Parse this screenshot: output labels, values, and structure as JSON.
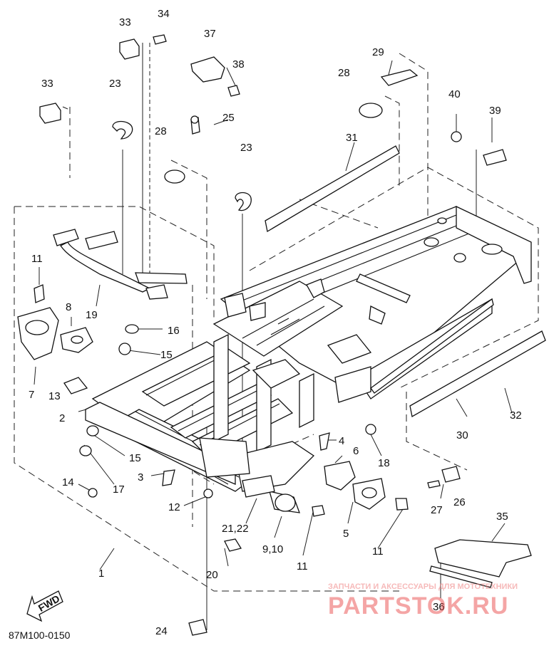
{
  "diagram": {
    "drawing_code": "87M100-0150",
    "fwd_arrow_label": "FWD",
    "watermark": {
      "line1": "ЗАПЧАСТИ И АКСЕССУАРЫ ДЛЯ МОТОТЕХНИКИ",
      "line2": "PARTSTOK.RU"
    },
    "callouts": [
      {
        "id": "c33a",
        "label": "33"
      },
      {
        "id": "c34",
        "label": "34"
      },
      {
        "id": "c37",
        "label": "37"
      },
      {
        "id": "c38",
        "label": "38"
      },
      {
        "id": "c29",
        "label": "29"
      },
      {
        "id": "c33b",
        "label": "33"
      },
      {
        "id": "c23a",
        "label": "23"
      },
      {
        "id": "c28a",
        "label": "28"
      },
      {
        "id": "c25",
        "label": "25"
      },
      {
        "id": "c40",
        "label": "40"
      },
      {
        "id": "c39",
        "label": "39"
      },
      {
        "id": "c28b",
        "label": "28"
      },
      {
        "id": "c31",
        "label": "31"
      },
      {
        "id": "c23b",
        "label": "23"
      },
      {
        "id": "c11a",
        "label": "11"
      },
      {
        "id": "c19",
        "label": "19"
      },
      {
        "id": "c8",
        "label": "8"
      },
      {
        "id": "c16",
        "label": "16"
      },
      {
        "id": "c15a",
        "label": "15"
      },
      {
        "id": "c7",
        "label": "7"
      },
      {
        "id": "c13",
        "label": "13"
      },
      {
        "id": "c2",
        "label": "2"
      },
      {
        "id": "c15b",
        "label": "15"
      },
      {
        "id": "c17",
        "label": "17"
      },
      {
        "id": "c14",
        "label": "14"
      },
      {
        "id": "c3",
        "label": "3"
      },
      {
        "id": "c12",
        "label": "12"
      },
      {
        "id": "c4",
        "label": "4"
      },
      {
        "id": "c6",
        "label": "6"
      },
      {
        "id": "c18",
        "label": "18"
      },
      {
        "id": "c32",
        "label": "32"
      },
      {
        "id": "c30",
        "label": "30"
      },
      {
        "id": "c26",
        "label": "26"
      },
      {
        "id": "c27",
        "label": "27"
      },
      {
        "id": "c21_22",
        "label": "21,22"
      },
      {
        "id": "c5",
        "label": "5"
      },
      {
        "id": "c9_10",
        "label": "9,10"
      },
      {
        "id": "c11b",
        "label": "11"
      },
      {
        "id": "c11c",
        "label": "11"
      },
      {
        "id": "c35",
        "label": "35"
      },
      {
        "id": "c1",
        "label": "1"
      },
      {
        "id": "c20",
        "label": "20"
      },
      {
        "id": "c36",
        "label": "36"
      },
      {
        "id": "c24",
        "label": "24"
      }
    ]
  }
}
